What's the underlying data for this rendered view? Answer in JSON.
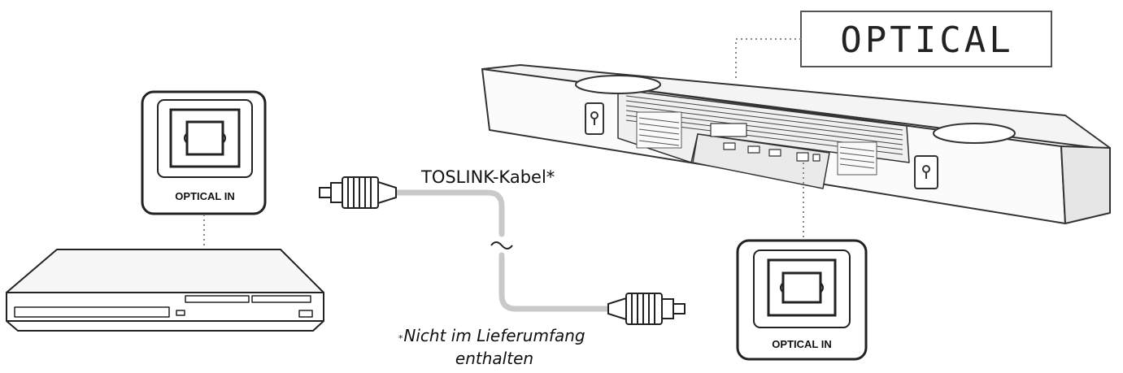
{
  "display": {
    "text": "OPTICAL"
  },
  "cable": {
    "label": "TOSLINK-Kabel*"
  },
  "note": {
    "marker": "*",
    "line1": "Nicht im Lieferumfang",
    "line2": "enthalten"
  },
  "player_port": {
    "label": "OPTICAL IN"
  },
  "soundbar_port": {
    "label": "OPTICAL IN"
  }
}
